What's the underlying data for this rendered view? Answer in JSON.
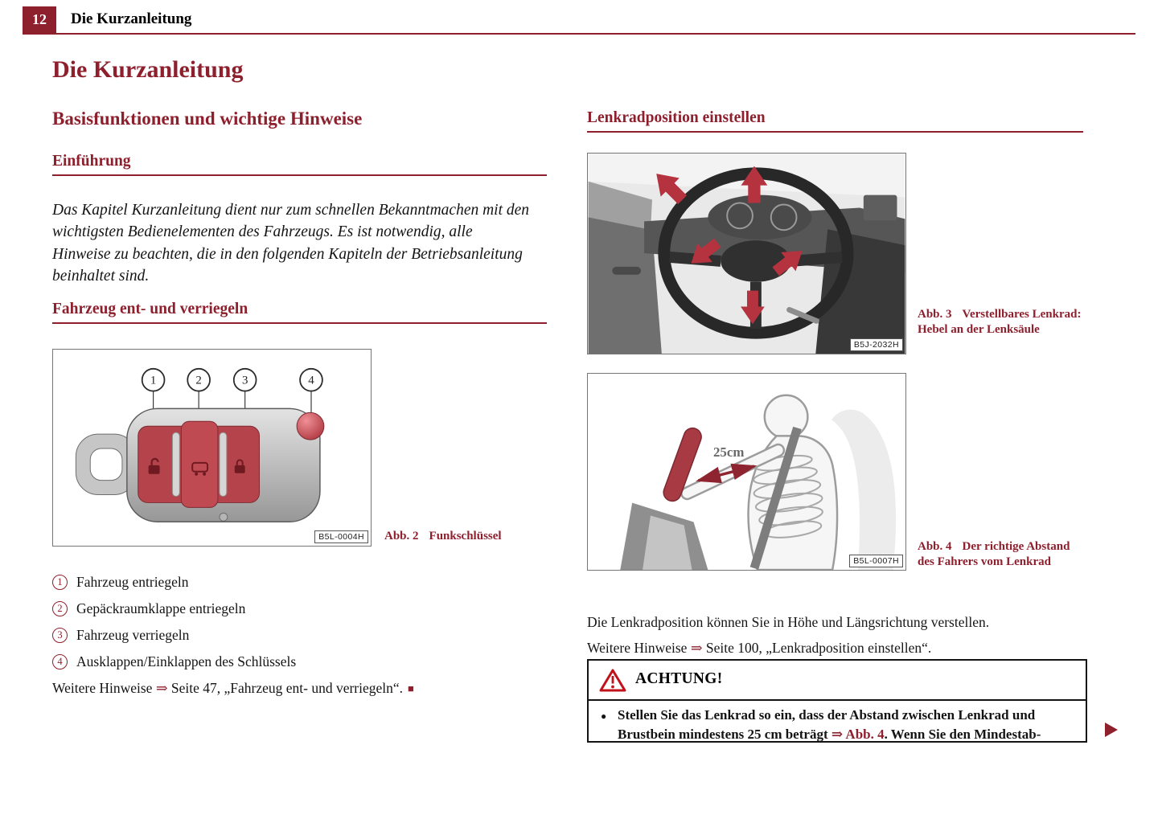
{
  "colors": {
    "accent": "#8e1f2d",
    "figure_arrow_red": "#b5323f",
    "warning_red": "#c0121b"
  },
  "page": {
    "number": "12",
    "header_title": "Die Kurzanleitung"
  },
  "left": {
    "title": "Die Kurzanleitung",
    "section_heading": "Basisfunktionen und wichtige Hinweise",
    "intro_heading": "Einführung",
    "intro_text": "Das Kapitel Kurzanleitung dient nur zum schnellen Bekanntmachen mit den wichtigsten Bedienelementen des Fahrzeugs. Es ist notwendig, alle Hinweise zu beachten, die in den folgenden Kapiteln der Betriebsanleitung beinhaltet sind.",
    "lock_heading": "Fahrzeug ent- und verriegeln",
    "figure2": {
      "code": "B5L-0004H",
      "caption_label": "Abb. 2",
      "caption_text": "Funkschlüssel",
      "callouts": [
        "1",
        "2",
        "3",
        "4"
      ]
    },
    "legend": [
      {
        "num": "1",
        "text": "Fahrzeug entriegeln"
      },
      {
        "num": "2",
        "text": "Gepäckraumklappe entriegeln"
      },
      {
        "num": "3",
        "text": "Fahrzeug verriegeln"
      },
      {
        "num": "4",
        "text": "Ausklappen/Einklappen des Schlüssels"
      }
    ],
    "more_prefix": "Weitere Hinweise ",
    "more_arrow": "⇒",
    "more_rest": " Seite 47, „Fahrzeug ent- und verriegeln“.",
    "more_end": "■"
  },
  "right": {
    "heading": "Lenkradposition einstellen",
    "figure3": {
      "code": "B5J-2032H",
      "caption_label": "Abb. 3",
      "caption_text": "Verstellbares Lenkrad: Hebel an der Lenksäule"
    },
    "figure4": {
      "code": "B5L-0007H",
      "caption_label": "Abb. 4",
      "caption_text": "Der richtige Abstand des Fahrers vom Lenkrad",
      "distance": "25cm"
    },
    "para1": "Die Lenkradposition können Sie in Höhe und Längsrichtung verstellen.",
    "para2_prefix": "Weitere Hinweise ",
    "para2_arrow": "⇒",
    "para2_rest": " Seite 100, „Lenkradposition einstellen“.",
    "warning": {
      "title": "ACHTUNG!",
      "bullet": "●",
      "text1": "Stellen Sie das Lenkrad so ein, dass der Abstand zwischen Lenkrad und Brustbein mindestens 25 cm beträgt ",
      "arrow": "⇒",
      "ref": " Abb. 4",
      "text2": ". Wenn Sie den Mindestab-"
    }
  }
}
